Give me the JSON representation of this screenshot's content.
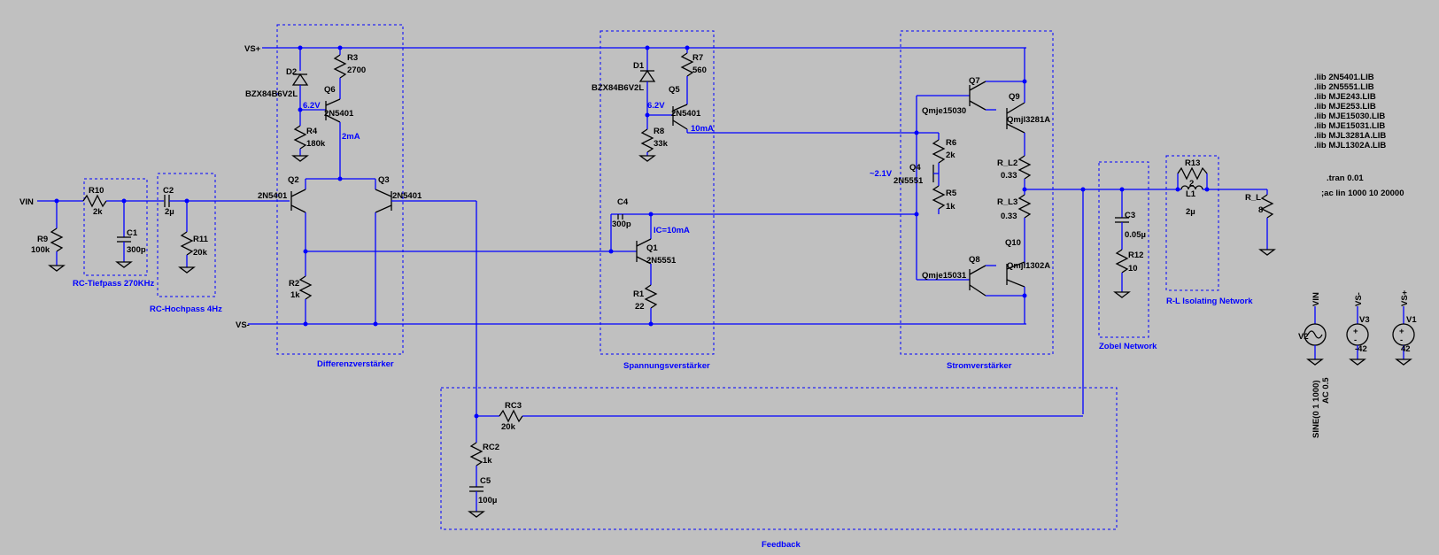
{
  "colors": {
    "background": "#c0c0c0",
    "wire": "#0000ff",
    "component": "#000000"
  },
  "blocks": {
    "tiefpass": "RC-Tiefpass 270KHz",
    "hochpass": "RC-Hochpass 4Hz",
    "differenz": "Differenzverstärker",
    "spannung": "Spannungsverstärker",
    "strom": "Stromverstärker",
    "zobel": "Zobel Network",
    "isolating": "R-L Isolating Network",
    "feedback": "Feedback"
  },
  "nets": {
    "vin": "VIN",
    "vs_plus": "VS+",
    "vs_minus": "VS-"
  },
  "components": {
    "R9": "R9",
    "R9v": "100k",
    "R10": "R10",
    "R10v": "2k",
    "C1": "C1",
    "C1v": "300p",
    "C2": "C2",
    "C2v": "2µ",
    "R11": "R11",
    "R11v": "20k",
    "D2": "D2",
    "D2v": "BZX84B6V2L",
    "R3": "R3",
    "R3v": "2700",
    "Q6": "Q6",
    "Q6v": "2N5401",
    "R4": "R4",
    "R4v": "180k",
    "Q2": "Q2",
    "Q2v": "2N5401",
    "Q3": "Q3",
    "Q3v": "2N5401",
    "R2": "R2",
    "R2v": "1k",
    "D1": "D1",
    "D1v": "BZX84B6V2L",
    "R7": "R7",
    "R7v": "560",
    "Q5": "Q5",
    "Q5v": "2N5401",
    "R8": "R8",
    "R8v": "33k",
    "C4": "C4",
    "C4v": "300p",
    "Q1": "Q1",
    "Q1v": "2N5551",
    "R1": "R1",
    "R1v": "22",
    "Q7": "Q7",
    "Q7v": "Qmje15030",
    "Q9": "Q9",
    "Q9v": "Qmjl3281A",
    "R6": "R6",
    "R6v": "2k",
    "Q4": "Q4",
    "Q4v": "2N5551",
    "R5": "R5",
    "R5v": "1k",
    "RL2": "R_L2",
    "RL2v": "0.33",
    "RL3": "R_L3",
    "RL3v": "0.33",
    "Q8": "Q8",
    "Q8v": "Qmje15031",
    "Q10": "Q10",
    "Q10v": "Qmjl1302A",
    "C3": "C3",
    "C3v": "0.05µ",
    "R12": "R12",
    "R12v": "10",
    "R13": "R13",
    "R13v": "2",
    "L1": "L1",
    "L1v": "2µ",
    "RL": "R_L",
    "RLv": "8",
    "RC3": "RC3",
    "RC3v": "20k",
    "RC2": "RC2",
    "RC2v": "1k",
    "C5": "C5",
    "C5v": "100µ",
    "V1": "V1",
    "V1v": "42",
    "V2": "V2",
    "V2v1": "SINE(0 1 1000)",
    "V2v2": "AC 0.5",
    "V3": "V3",
    "V3v": "-42"
  },
  "annotations": {
    "v62a": "6.2V",
    "i2ma": "2mA",
    "v62b": "6.2V",
    "i10ma": "10mA",
    "ic10ma": "IC=10mA",
    "vm21": "~2.1V"
  },
  "directives": [
    ".lib 2N5401.LIB",
    ".lib 2N5551.LIB",
    ".lib MJE243.LIB",
    ".lib MJE253.LIB",
    ".lib MJE15030.LIB",
    ".lib MJE15031.LIB",
    ".lib MJL3281A.LIB",
    ".lib MJL1302A.LIB"
  ],
  "sim": {
    "tran": ".tran 0.01",
    "ac": ";ac lin 1000 10 20000"
  }
}
